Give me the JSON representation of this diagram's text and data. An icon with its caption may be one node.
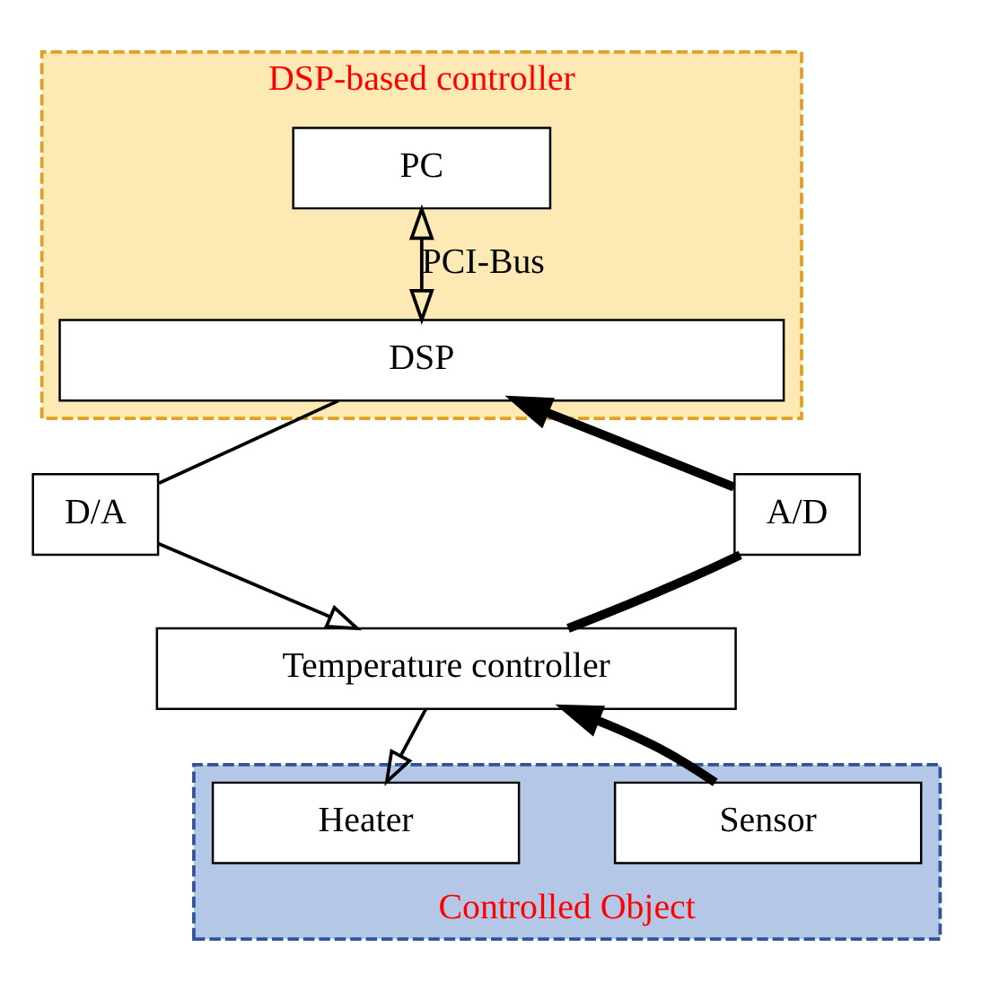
{
  "diagram": {
    "nodes": [
      {
        "text": [
          "DSP-based controller"
        ]
      },
      {
        "text": [
          "PC"
        ],
        "in": 0
      },
      {
        "text": [
          "DSP"
        ],
        "in": 0
      },
      {
        "text": [
          "D/A"
        ]
      },
      {
        "text": [
          "A/D"
        ]
      },
      {
        "text": [
          "Temperature controller"
        ]
      },
      {
        "text": [
          "Controlled Object"
        ]
      },
      {
        "text": [
          "Heater"
        ],
        "in": 6
      },
      {
        "text": [
          "Sensor"
        ],
        "in": 6
      }
    ],
    "edges": [
      {
        "from": 2,
        "to": 1,
        "arrow": "both",
        "label": "PCI-Bus"
      },
      {
        "from": 2,
        "to": 3,
        "arrow": "none"
      },
      {
        "from": 3,
        "to": 5,
        "arrow": "to"
      },
      {
        "from": 5,
        "to": 4,
        "arrow": "none",
        "style": "thick"
      },
      {
        "from": 4,
        "to": 2,
        "arrow": "to",
        "style": "thick"
      },
      {
        "from": 5,
        "to": 7,
        "arrow": "to"
      },
      {
        "from": 8,
        "to": 5,
        "arrow": "to",
        "style": "thick"
      }
    ]
  }
}
